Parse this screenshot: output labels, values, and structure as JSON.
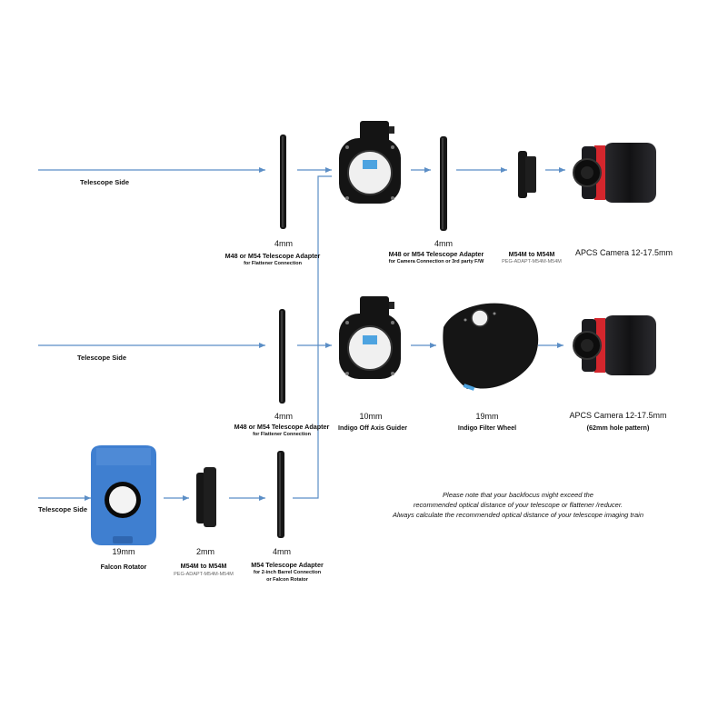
{
  "colors": {
    "arrow": "#5b8ec6",
    "camera_body": "#1b1b1f",
    "camera_ring": "#d4262d",
    "rotator_blue": "#3f7fd0",
    "oag_black": "#141414"
  },
  "icons": [
    "tube-adapter-ring",
    "off-axis-guider",
    "filter-wheel",
    "astro-camera",
    "rotator",
    "spacer-ring"
  ],
  "row1": {
    "telescope_side": "Telescope Side",
    "adapter_mm": "4mm",
    "adapter_title": "M48 or M54 Telescope Adapter",
    "adapter_sub": "for Flattener Connection",
    "cam_adapter_mm": "4mm",
    "cam_adapter_title": "M48 or M54 Telescope Adapter",
    "cam_adapter_sub": "for Camera Connection or 3rd party F/W",
    "m54_title": "M54M to M54M",
    "m54_part": "PEG-ADAPT-M54M-M54M",
    "camera_label": "APCS Camera 12-17.5mm"
  },
  "row2": {
    "telescope_side": "Telescope Side",
    "adapter_mm": "4mm",
    "adapter_title": "M48 or M54 Telescope Adapter",
    "adapter_sub": "for Flattener Connection",
    "oag_mm": "10mm",
    "oag_label": "Indigo Off Axis Guider",
    "fw_mm": "19mm",
    "fw_label": "Indigo Filter Wheel",
    "camera_label": "APCS Camera 12-17.5mm",
    "camera_sub": "(62mm hole pattern)"
  },
  "row3": {
    "telescope_side": "Telescope Side",
    "rotator_mm": "19mm",
    "rotator_label": "Falcon Rotator",
    "m54_mm": "2mm",
    "m54_title": "M54M to M54M",
    "m54_part": "PEG-ADAPT-M54M-M54M",
    "adapter_mm": "4mm",
    "adapter_title": "M54 Telescope Adapter",
    "adapter_sub1": "for 2-inch Barrel Connection",
    "adapter_sub2": "or Falcon Rotator"
  },
  "note": {
    "line1": "Please note that your backfocus might exceed the",
    "line2": "recommended optical distance of your telescope or flattener /reducer.",
    "line3": "Always calculate the recommended optical distance of your telescope imaging train"
  }
}
